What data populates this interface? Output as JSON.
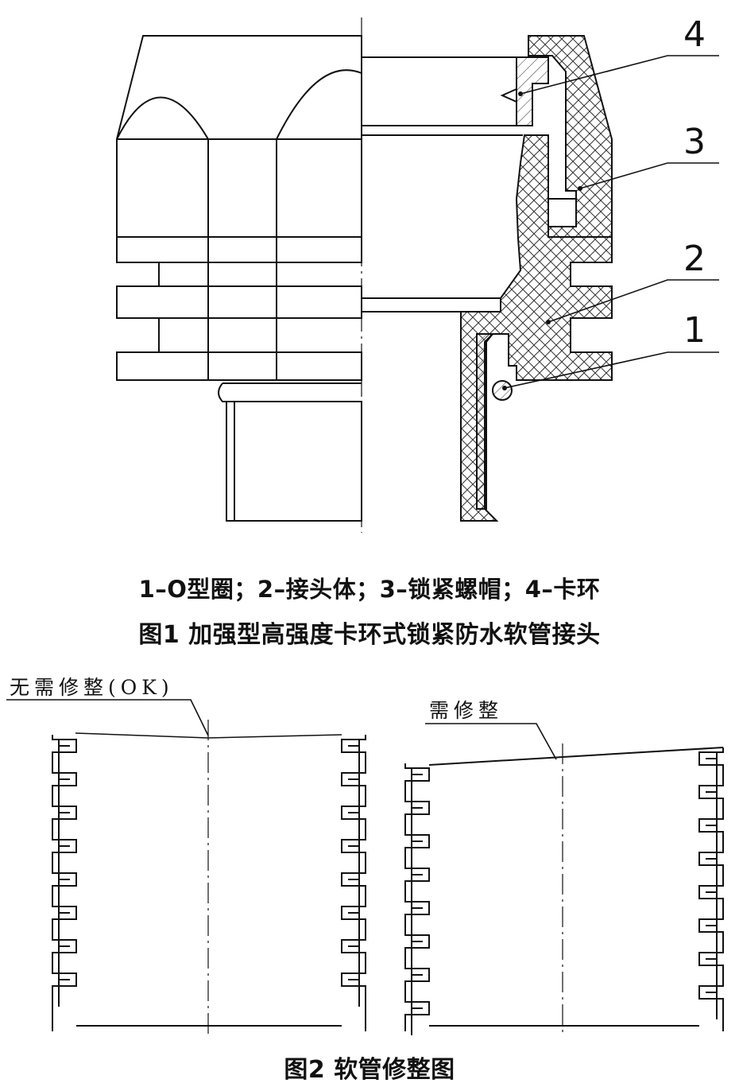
{
  "figure1": {
    "callouts": [
      "4",
      "3",
      "2",
      "1"
    ],
    "legend": "1–O型圈；2–接头体；3–锁紧螺帽；4–卡环",
    "caption": "图1 加强型高强度卡环式锁紧防水软管接头"
  },
  "figure2": {
    "label_left": "无需修整(OK)",
    "label_right": "需修整",
    "caption": "图2 软管修整图"
  }
}
